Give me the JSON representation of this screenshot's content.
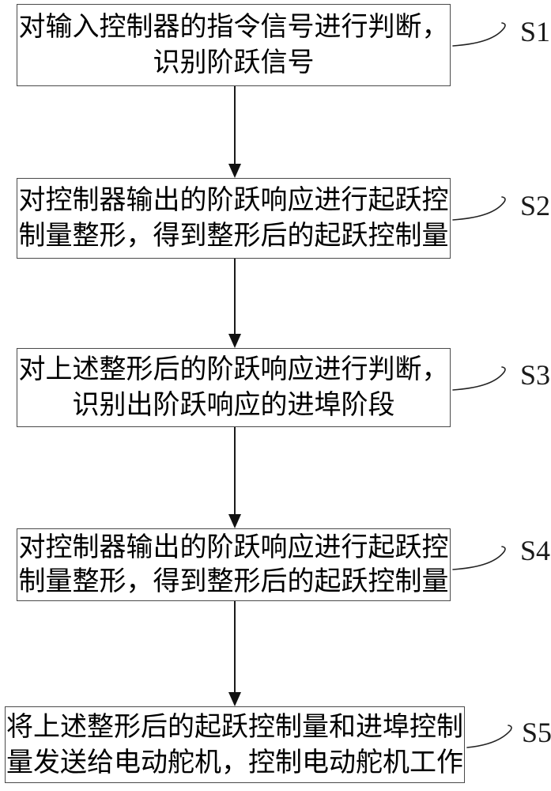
{
  "figure": {
    "type": "flowchart",
    "colors": {
      "background": "#ffffff",
      "box_border": "#4a4a4a",
      "text": "#000000",
      "arrow": "#111111",
      "reference_line": "#222222"
    },
    "steps": [
      {
        "label": "S1",
        "line1": "对输入控制器的指令信号进行判断，",
        "line2": "识别阶跃信号"
      },
      {
        "label": "S2",
        "line1": "对控制器输出的阶跃响应进行起跃控",
        "line2": "制量整形，得到整形后的起跃控制量"
      },
      {
        "label": "S3",
        "line1": "对上述整形后的阶跃响应进行判断，",
        "line2": "识别出阶跃响应的进埠阶段"
      },
      {
        "label": "S4",
        "line1": "对控制器输出的阶跃响应进行起跃控",
        "line2": "制量整形，得到整形后的起跃控制量"
      },
      {
        "label": "S5",
        "line1": "将上述整形后的起跃控制量和进埠控制",
        "line2": "量发送给电动舵机，控制电动舵机工作"
      }
    ]
  }
}
